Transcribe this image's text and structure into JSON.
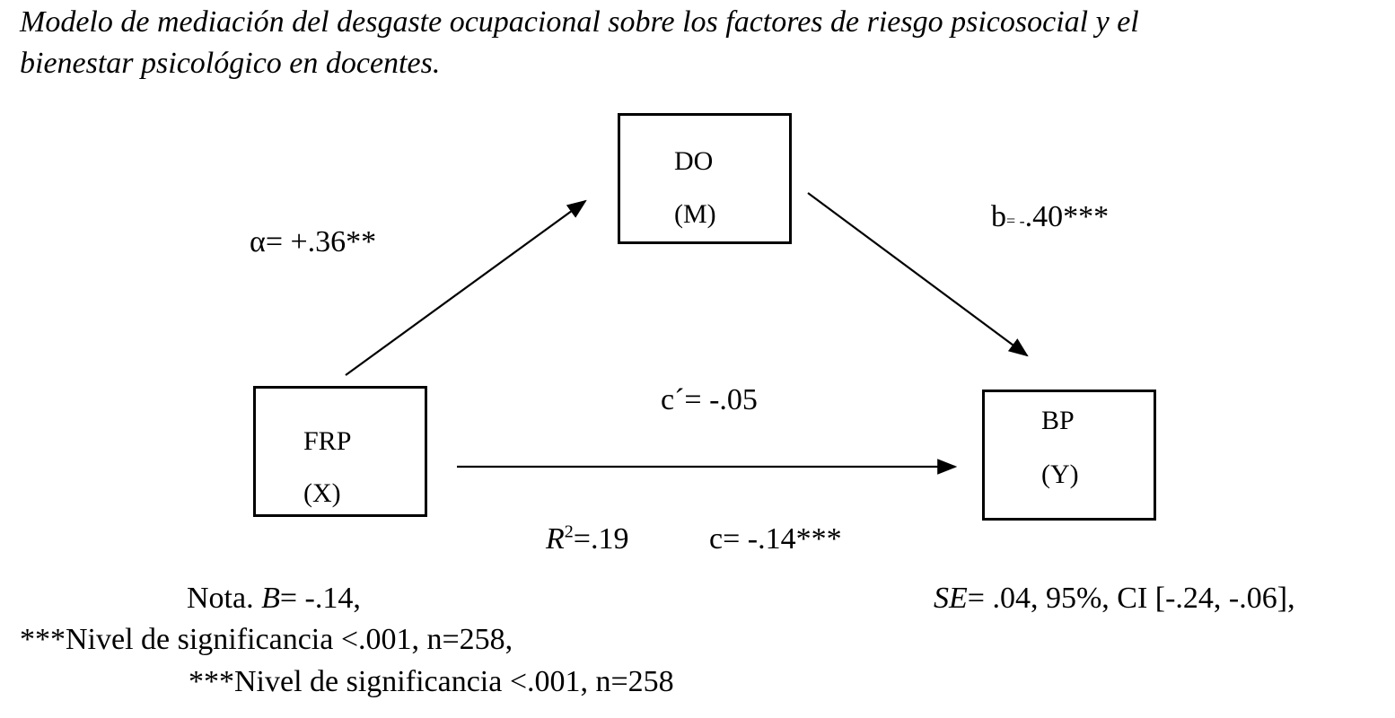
{
  "title": {
    "line1": "Modelo de mediación del desgaste ocupacional sobre los factores de riesgo psicosocial y el",
    "line2": "bienestar psicológico en docentes."
  },
  "nodes": {
    "mediator": {
      "name": "DO",
      "role": "(M)"
    },
    "predictor": {
      "name": "FRP",
      "role": "(X)"
    },
    "outcome": {
      "name": "BP",
      "role": "(Y)"
    }
  },
  "paths": {
    "a": {
      "prefix": "α",
      "value": "= +.36**"
    },
    "b": {
      "prefix": "b",
      "eq": "= -",
      "value": ".40***"
    },
    "c_prime": {
      "text": "c´= -.05"
    },
    "r2": {
      "symbol": "R",
      "exp": "2",
      "value": "=.19"
    },
    "c": {
      "text": "c= -.14***"
    }
  },
  "note": {
    "label": "Nota.",
    "b_symbol": "B",
    "b_value": "= -.14,",
    "se_symbol": "SE",
    "se_value": "= .04, 95%, CI [-.24, -.06],",
    "sig1": "***Nivel de significancia <.001, n=258,",
    "sig2": "***Nivel de significancia <.001, n=258"
  },
  "colors": {
    "ink": "#000000",
    "background": "#ffffff"
  }
}
